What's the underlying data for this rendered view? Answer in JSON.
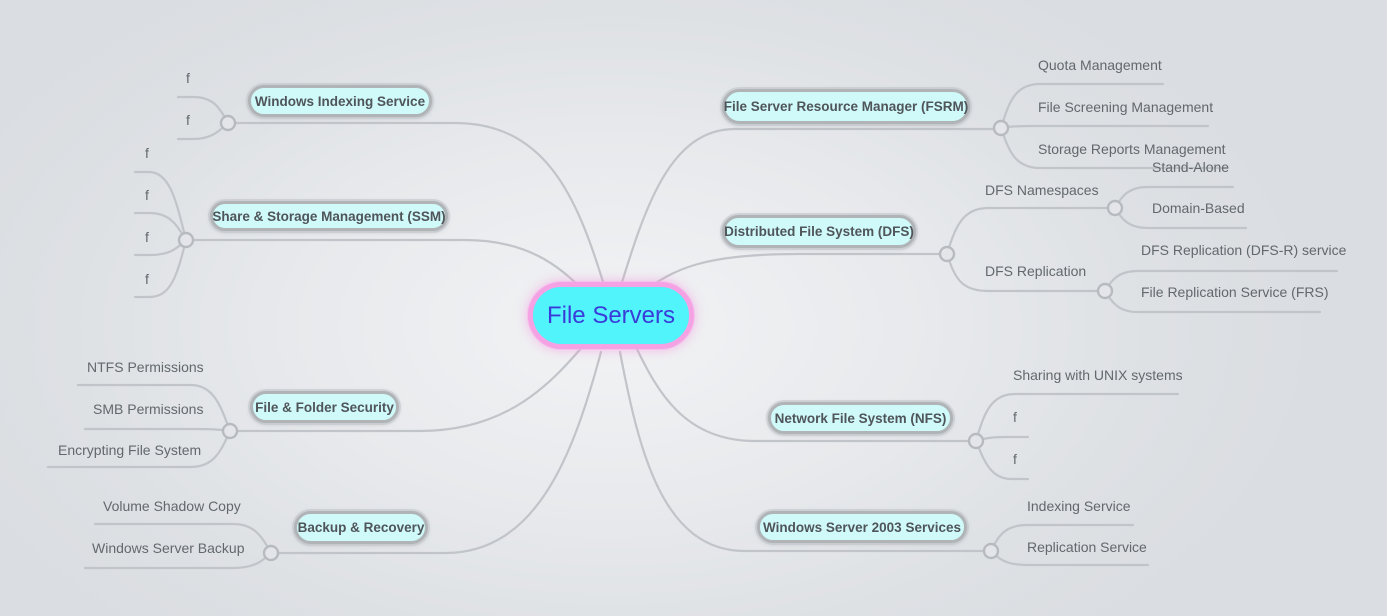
{
  "diagram": {
    "type": "mindmap",
    "root": {
      "label": "File Servers"
    },
    "branches": [
      {
        "label": "Windows Indexing Service",
        "side": "left",
        "children": [
          {
            "label": "f"
          },
          {
            "label": "f"
          }
        ]
      },
      {
        "label": "Share & Storage Management (SSM)",
        "side": "left",
        "children": [
          {
            "label": "f"
          },
          {
            "label": "f"
          },
          {
            "label": "f"
          },
          {
            "label": "f"
          }
        ]
      },
      {
        "label": "File & Folder Security",
        "side": "left",
        "children": [
          {
            "label": "NTFS Permissions"
          },
          {
            "label": "SMB Permissions"
          },
          {
            "label": "Encrypting File System"
          }
        ]
      },
      {
        "label": "Backup & Recovery",
        "side": "left",
        "children": [
          {
            "label": "Volume Shadow Copy"
          },
          {
            "label": "Windows Server Backup"
          }
        ]
      },
      {
        "label": "File Server Resource Manager (FSRM)",
        "side": "right",
        "children": [
          {
            "label": "Quota Management"
          },
          {
            "label": "File Screening Management"
          },
          {
            "label": "Storage Reports Management"
          }
        ]
      },
      {
        "label": "Distributed File System (DFS)",
        "side": "right",
        "children": [
          {
            "label": "DFS Namespaces",
            "children": [
              {
                "label": "Stand-Alone"
              },
              {
                "label": "Domain-Based"
              }
            ]
          },
          {
            "label": "DFS Replication",
            "children": [
              {
                "label": "DFS Replication (DFS-R) service"
              },
              {
                "label": "File Replication Service (FRS)"
              }
            ]
          }
        ]
      },
      {
        "label": "Network File System (NFS)",
        "side": "right",
        "children": [
          {
            "label": "Sharing with UNIX systems"
          },
          {
            "label": "f"
          },
          {
            "label": "f"
          }
        ]
      },
      {
        "label": "Windows Server 2003 Services",
        "side": "right",
        "children": [
          {
            "label": "Indexing Service"
          },
          {
            "label": "Replication Service"
          }
        ]
      }
    ],
    "colors": {
      "background_outer": "#dadde1",
      "background_center": "#f2f3f5",
      "root_fill": "#50f4fa",
      "root_border": "#f5a2e5",
      "root_text": "#3a3cd9",
      "node_fill": "#d0f9fa",
      "node_border": "#b0b4b7",
      "node_text": "#4f5559",
      "leaf_text": "#62686c",
      "connector": "#c1c4c8"
    }
  }
}
